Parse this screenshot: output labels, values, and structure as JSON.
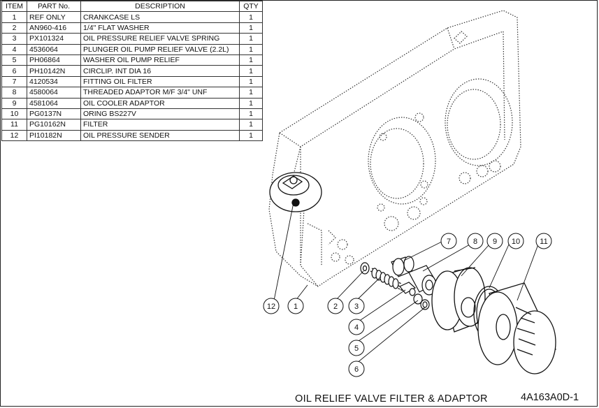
{
  "bom": {
    "headers": [
      "ITEM",
      "PART No.",
      "DESCRIPTION",
      "QTY"
    ],
    "rows": [
      [
        "1",
        "REF ONLY",
        "CRANKCASE LS",
        "1"
      ],
      [
        "2",
        "AN960-416",
        "1/4\" FLAT WASHER",
        "1"
      ],
      [
        "3",
        "PX101324",
        "OIL PRESSURE RELIEF VALVE SPRING",
        "1"
      ],
      [
        "4",
        "4536064",
        "PLUNGER OIL PUMP RELIEF VALVE (2.2L)",
        "1"
      ],
      [
        "5",
        "PH06864",
        "WASHER OIL PUMP RELIEF",
        "1"
      ],
      [
        "6",
        "PH10142N",
        "CIRCLIP. INT DIA 16",
        "1"
      ],
      [
        "7",
        "4120534",
        "FITTING OIL FILTER",
        "1"
      ],
      [
        "8",
        "4580064",
        "THREADED ADAPTOR M/F 3/4\" UNF",
        "1"
      ],
      [
        "9",
        "4581064",
        "OIL COOLER ADAPTOR",
        "1"
      ],
      [
        "10",
        "PG0137N",
        "ORING BS227V",
        "1"
      ],
      [
        "11",
        "PG10162N",
        "FILTER",
        "1"
      ],
      [
        "12",
        "PI10182N",
        "OIL PRESSURE SENDER",
        "1"
      ]
    ]
  },
  "balloons": [
    "1",
    "2",
    "3",
    "4",
    "5",
    "6",
    "7",
    "8",
    "9",
    "10",
    "11",
    "12"
  ],
  "drawing": {
    "title": "OIL RELIEF VALVE FILTER & ADAPTOR",
    "number": "4A163A0D-1"
  }
}
